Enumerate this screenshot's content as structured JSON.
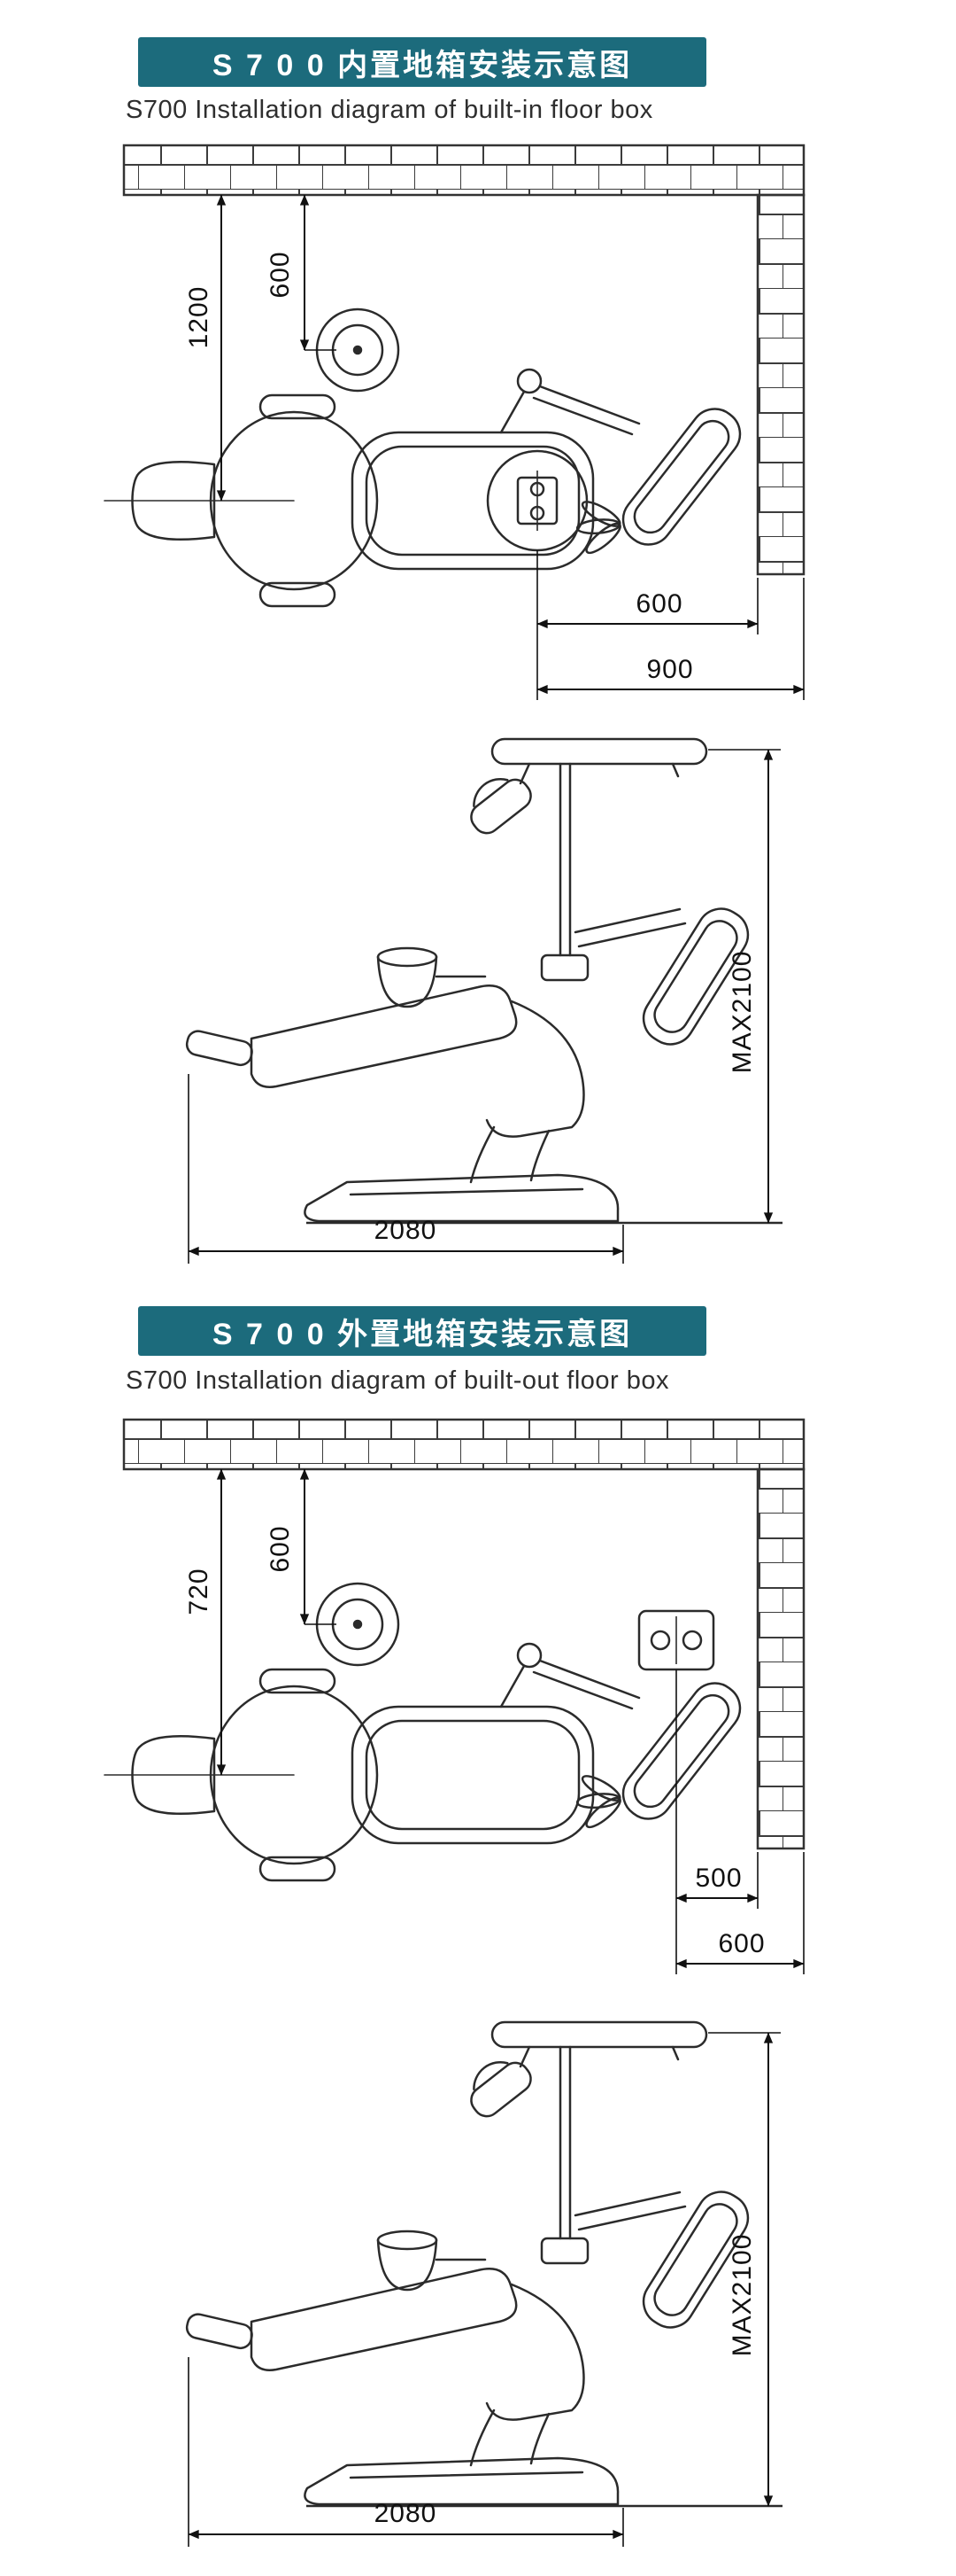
{
  "page": {
    "background": "#ffffff"
  },
  "theme": {
    "banner_bg": "#1c6b7c",
    "banner_text": "#ffffff",
    "drawing_line_color": "#2b2b2b",
    "dimension_color": "#111111"
  },
  "sections": [
    {
      "title": "S 7 0 0 内置地箱安装示意图",
      "subtitle": "S700 Installation diagram of built-in floor box",
      "top_view": {
        "dim_wall_to_center": "1200",
        "dim_wall_to_spittoon": "600",
        "dim_box_to_wall_inner": "600",
        "dim_box_to_wall_outer": "900"
      },
      "side_view": {
        "dim_max_height": "MAX2100",
        "dim_length": "2080"
      }
    },
    {
      "title": "S 7 0 0 外置地箱安装示意图",
      "subtitle": "S700 Installation diagram of built-out floor box",
      "top_view": {
        "dim_wall_to_center": "720",
        "dim_wall_to_spittoon": "600",
        "dim_box_to_wall_inner": "500",
        "dim_box_to_wall_outer": "600"
      },
      "side_view": {
        "dim_max_height": "MAX2100",
        "dim_length": "2080"
      }
    }
  ]
}
